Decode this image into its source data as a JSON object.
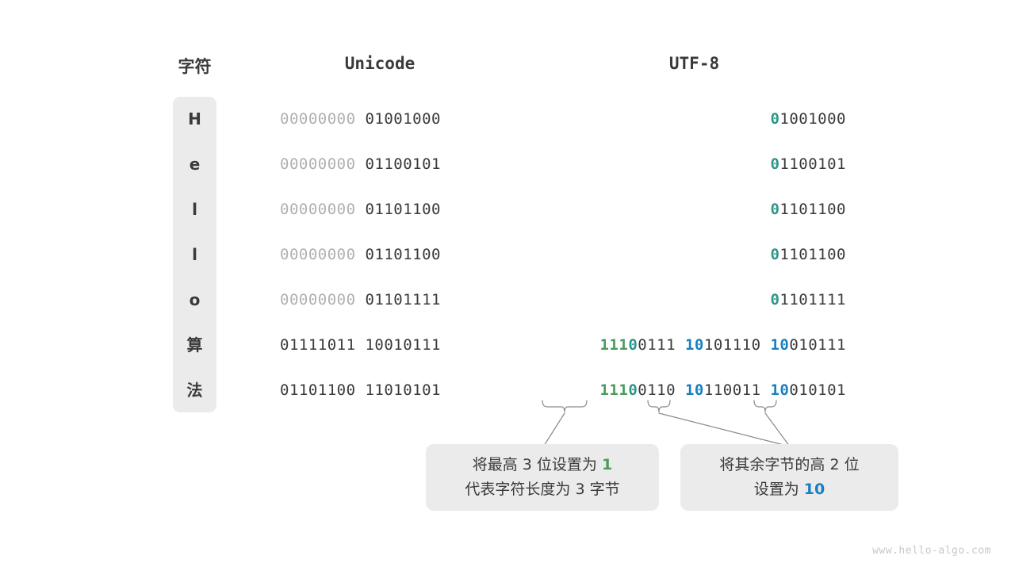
{
  "headers": {
    "character": "字符",
    "unicode": "Unicode",
    "utf8": "UTF-8"
  },
  "colors": {
    "green": "#4a9b5c",
    "teal": "#2e9688",
    "blue": "#1a7fc1",
    "dark": "#3a3a3a",
    "dim": "#b0b0b0",
    "box_bg": "#ebebeb",
    "background": "#ffffff"
  },
  "rows": [
    {
      "char": "H",
      "unicode_high": "00000000",
      "unicode_low": "01001000",
      "utf8_lead_marker": "0",
      "utf8_lead_rest": "1001000",
      "utf8_full": "01001000"
    },
    {
      "char": "e",
      "unicode_high": "00000000",
      "unicode_low": "01100101",
      "utf8_lead_marker": "0",
      "utf8_lead_rest": "1100101",
      "utf8_full": "01100101"
    },
    {
      "char": "l",
      "unicode_high": "00000000",
      "unicode_low": "01101100",
      "utf8_lead_marker": "0",
      "utf8_lead_rest": "1101100",
      "utf8_full": "01101100"
    },
    {
      "char": "l",
      "unicode_high": "00000000",
      "unicode_low": "01101100",
      "utf8_lead_marker": "0",
      "utf8_lead_rest": "1101100",
      "utf8_full": "01101100"
    },
    {
      "char": "o",
      "unicode_high": "00000000",
      "unicode_low": "01101111",
      "utf8_lead_marker": "0",
      "utf8_lead_rest": "1101111",
      "utf8_full": "01101111"
    },
    {
      "char": "算",
      "unicode_high": "01111011",
      "unicode_low": "10010111",
      "utf8_b1_ones": "111",
      "utf8_b1_zero": "0",
      "utf8_b1_rest": "0111",
      "utf8_b2_marker": "10",
      "utf8_b2_rest": "101110",
      "utf8_b3_marker": "10",
      "utf8_b3_rest": "010111",
      "utf8_full": "11100111 10101110 10010111"
    },
    {
      "char": "法",
      "unicode_high": "01101100",
      "unicode_low": "11010101",
      "utf8_b1_ones": "111",
      "utf8_b1_zero": "0",
      "utf8_b1_rest": "0110",
      "utf8_b2_marker": "10",
      "utf8_b2_rest": "110011",
      "utf8_b3_marker": "10",
      "utf8_b3_rest": "010101",
      "utf8_full": "11100110 10110011 10010101"
    }
  ],
  "callouts": {
    "left": {
      "line1_a": "将最高 3 位设置为 ",
      "line1_b": "1",
      "line2": "代表字符长度为 3 字节"
    },
    "right": {
      "line1": "将其余字节的高 2 位",
      "line2_a": "设置为 ",
      "line2_b": "10"
    }
  },
  "watermark": "www.hello-algo.com"
}
